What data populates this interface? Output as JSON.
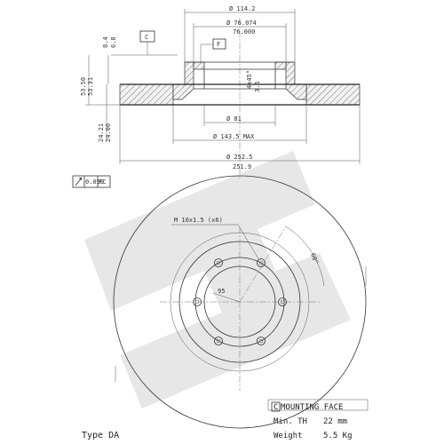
{
  "dimensions": {
    "d_114_2": "Ø 114.2",
    "d_76_074": "Ø 76.074",
    "d_76_000": "76.000",
    "d_81": "Ø 81",
    "d_143_5": "Ø 143.5 MAX",
    "d_252_5": "Ø 252.5",
    "d_251_9": "251.9",
    "h_8_4": "8.4",
    "h_6_8": "6.8",
    "h_53_50": "53.50",
    "h_53_31": "53.31",
    "h_24_21": "24.21",
    "h_24_00": "24.00",
    "h_4x45": "4x45°",
    "h_3_6": "3.6",
    "angle_60": "60°",
    "pcd_95": "95",
    "bolt_spec": "M 10x1.5 (x6)"
  },
  "datum_labels": {
    "c": "C",
    "f": "F"
  },
  "tolerance": {
    "value": "0.050",
    "datum": "FC"
  },
  "table": {
    "mounting_letter": "C",
    "mounting_label": "MOUNTING FACE",
    "min_th_label": "Min. TH",
    "min_th_value": "22 mm",
    "weight_label": "Weight",
    "weight_value": "5.5 Kg"
  },
  "type_label": "Type DA"
}
